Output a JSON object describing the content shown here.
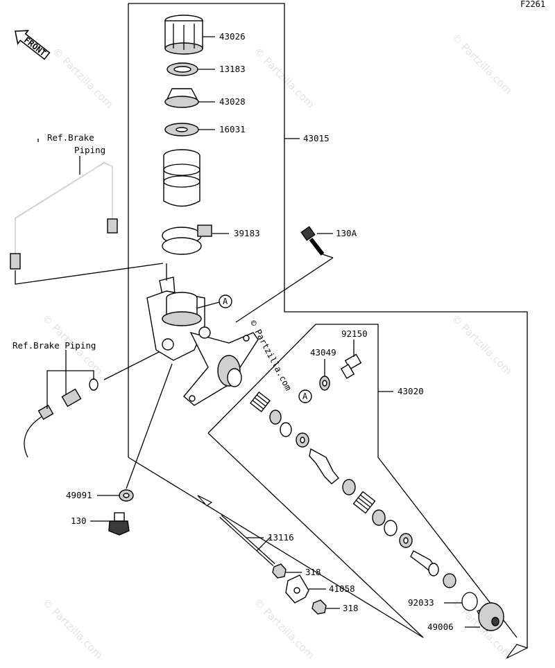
{
  "figure_code": "F2261",
  "front_arrow_text": "FRONT",
  "ref_brake_piping_top": [
    "Ref.Brake",
    "Piping"
  ],
  "ref_brake_piping_left": "Ref.Brake Piping",
  "copyright_mark": "© Partzilla.com",
  "watermark_text": "© Partzilla.com",
  "callout_letter": "A",
  "part_numbers": {
    "p43026": "43026",
    "p13183": "13183",
    "p43028": "43028",
    "p16031": "16031",
    "p43015": "43015",
    "p39183": "39183",
    "p130A": "130A",
    "p92150": "92150",
    "p43049": "43049",
    "p43020": "43020",
    "p49091": "49091",
    "p130": "130",
    "p13116": "13116",
    "p318a": "318",
    "p41058": "41058",
    "p318b": "318",
    "p92033": "92033",
    "p49006": "49006"
  }
}
